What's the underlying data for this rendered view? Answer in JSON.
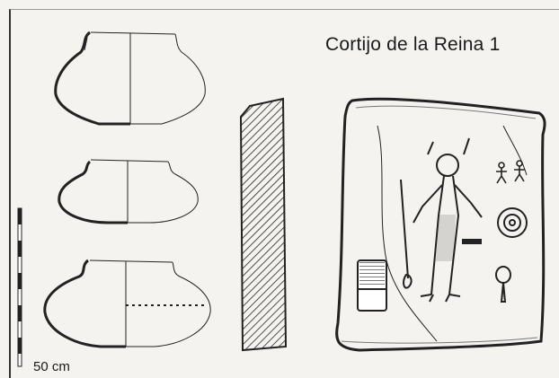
{
  "title": "Cortijo de la Reina 1",
  "scale_bar": {
    "label": "50 cm"
  },
  "colors": {
    "paper": "#f4f3ef",
    "ink": "#1a1a1a"
  },
  "icons": [
    "vessel-profile",
    "stele-section-hatched",
    "engraved-slab",
    "anthropomorph-figure",
    "concentric-circles",
    "spiral-pendant",
    "dagger",
    "halberd-comb"
  ]
}
